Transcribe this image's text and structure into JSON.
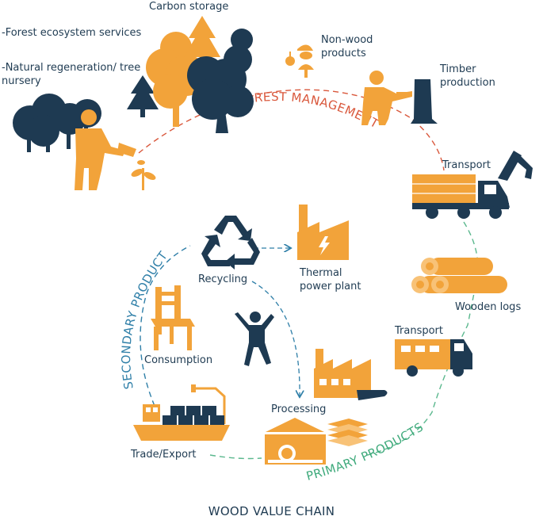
{
  "colors": {
    "navy": "#1e3a52",
    "orange": "#f2a33a",
    "forest_red": "#d9573b",
    "primary_green": "#3faa7c",
    "secondary_blue": "#2f7fa8",
    "path_red": "#d9573b",
    "path_green": "#5bb88e",
    "path_blue": "#2f7fa8"
  },
  "labels": {
    "forest_services": "-Forest ecosystem services",
    "natural_regeneration_1": "-Natural regeneration/ tree",
    "natural_regeneration_2": "nursery",
    "carbon_storage": "Carbon storage",
    "non_wood_1": "Non-wood",
    "non_wood_2": "products",
    "timber_1": "Timber",
    "timber_2": "production",
    "transport_top": "Transport",
    "wooden_logs": "Wooden logs",
    "transport_mid": "Transport",
    "processing": "Processing",
    "trade_export": "Trade/Export",
    "consumption": "Consumption",
    "recycling": "Recycling",
    "thermal_1": "Thermal",
    "thermal_2": "power plant"
  },
  "arc_labels": {
    "forest_management": "FOREST MANAGEMENT",
    "primary_products": "PRIMARY PRODUCTS",
    "secondary_products": "SECONDARY PRODUCTS"
  },
  "icons": [
    "tree-group-icon",
    "gardener-icon",
    "seedling-icon",
    "forest-cluster-icon",
    "mushroom-icon",
    "lumberjack-icon",
    "log-truck-icon",
    "wooden-logs-icon",
    "delivery-truck-icon",
    "factory-icon",
    "sawmill-icon",
    "plywood-icon",
    "cargo-ship-icon",
    "chair-icon",
    "recycle-icon",
    "power-plant-icon",
    "person-icon"
  ],
  "footer": {
    "title": "WOOD VALUE CHAIN"
  }
}
